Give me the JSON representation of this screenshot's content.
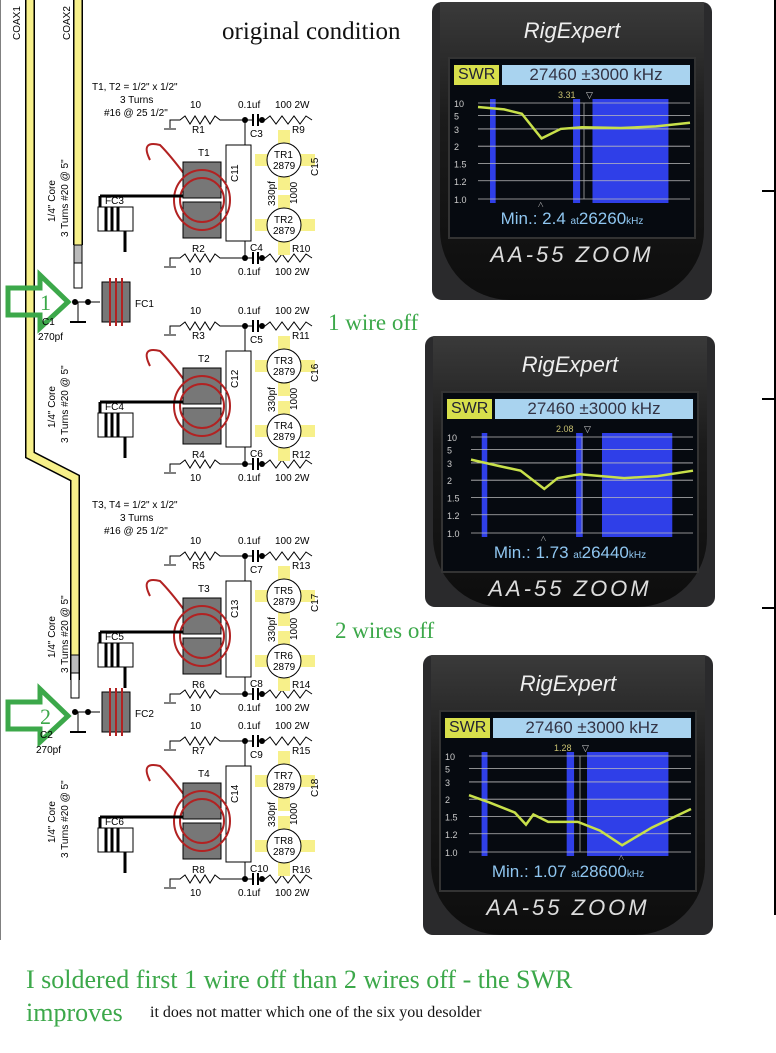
{
  "title": "original condition",
  "annotations": {
    "one_wire": "1 wire off",
    "two_wires": "2 wires off",
    "arrow1": "1",
    "arrow2": "2"
  },
  "footer": {
    "line1": "I soldered first 1 wire off than 2 wires off - the SWR",
    "line2": "improves",
    "note": "it does not matter which one of the six you desolder"
  },
  "schematic": {
    "coax": [
      "COAX1",
      "COAX2"
    ],
    "notes": [
      [
        "T1, T2 = 1/2\" x 1/2\"",
        "3 Turns",
        "#16 @ 25 1/2\""
      ],
      [
        "T3, T4 = 1/2\" x 1/2\"",
        "3 Turns",
        "#16 @ 25 1/2\""
      ]
    ],
    "core_note": [
      "1/4\" Core",
      "3 Turns #20 @ 5\""
    ],
    "fc_top": [
      "FC3",
      "FC4",
      "FC5",
      "FC6"
    ],
    "fc_mid": [
      "FC1",
      "FC2"
    ],
    "c_in": [
      [
        "C1",
        "270pf"
      ],
      [
        "C2",
        "270pf"
      ]
    ],
    "stages": [
      {
        "r_top": "R1",
        "r_bot": "R2",
        "c_top": "C3",
        "c_bot": "C4",
        "c_box": "C11",
        "r_out_top": "R9",
        "r_out_bot": "R10",
        "c_out": "C15",
        "t": "T1",
        "tr_a": "TR1",
        "tr_b": "TR2"
      },
      {
        "r_top": "R3",
        "r_bot": "R4",
        "c_top": "C5",
        "c_bot": "C6",
        "c_box": "C12",
        "r_out_top": "R11",
        "r_out_bot": "R12",
        "c_out": "C16",
        "t": "T2",
        "tr_a": "TR3",
        "tr_b": "TR4"
      },
      {
        "r_top": "R5",
        "r_bot": "R6",
        "c_top": "C7",
        "c_bot": "C8",
        "c_box": "C13",
        "r_out_top": "R13",
        "r_out_bot": "R14",
        "c_out": "C17",
        "t": "T3",
        "tr_a": "TR5",
        "tr_b": "TR6"
      },
      {
        "r_top": "R7",
        "r_bot": "R8",
        "c_top": "C9",
        "c_bot": "C10",
        "c_box": "C14",
        "r_out_top": "R15",
        "r_out_bot": "R16",
        "c_out": "C18",
        "t": "T4",
        "tr_a": "TR7",
        "tr_b": "TR8"
      }
    ],
    "values": {
      "r10": "10",
      "cap": "0.1uf",
      "r100": "100 2W",
      "tr": "2879",
      "c330": "330pf",
      "r1000": "1000"
    }
  },
  "analyzers": [
    {
      "logo": "RigExpert",
      "mode": "SWR",
      "freq": "27460 ±3000 kHz",
      "marker": "3.31",
      "min_label": "Min.:",
      "min_value": "2.4",
      "at": "at",
      "min_freq": "26260",
      "unit": "kHz",
      "model": "AA-55 ZOOM",
      "bands": [
        [
          24800,
          24960
        ],
        [
          27150,
          27350
        ],
        [
          27700,
          29850
        ]
      ],
      "curve": [
        [
          24460,
          8
        ],
        [
          25200,
          7
        ],
        [
          25700,
          5.5
        ],
        [
          26260,
          2.4
        ],
        [
          26800,
          3
        ],
        [
          27400,
          3.2
        ],
        [
          28500,
          3.1
        ],
        [
          29500,
          3.3
        ],
        [
          30460,
          3.8
        ]
      ]
    },
    {
      "logo": "RigExpert",
      "mode": "SWR",
      "freq": "27460 ±3000 kHz",
      "marker": "2.08",
      "min_label": "Min.:",
      "min_value": "1.73",
      "at": "at",
      "min_freq": "26440",
      "unit": "kHz",
      "model": "AA-55 ZOOM",
      "bands": [
        [
          24750,
          24900
        ],
        [
          27300,
          27480
        ],
        [
          28000,
          29900
        ]
      ],
      "curve": [
        [
          24460,
          3.4
        ],
        [
          25200,
          2.8
        ],
        [
          25800,
          2.5
        ],
        [
          26440,
          1.73
        ],
        [
          26800,
          2.1
        ],
        [
          27400,
          2.3
        ],
        [
          28600,
          2.1
        ],
        [
          29500,
          2.2
        ],
        [
          30460,
          2.5
        ]
      ]
    },
    {
      "logo": "RigExpert",
      "mode": "SWR",
      "freq": "27460 ±3000 kHz",
      "marker": "1.28",
      "min_label": "Min.:",
      "min_value": "1.07",
      "at": "at",
      "min_freq": "28600",
      "unit": "kHz",
      "model": "AA-55 ZOOM",
      "bands": [
        [
          24800,
          24960
        ],
        [
          27100,
          27300
        ],
        [
          27650,
          29850
        ]
      ],
      "curve": [
        [
          24460,
          2.2
        ],
        [
          25000,
          1.9
        ],
        [
          25700,
          1.6
        ],
        [
          26000,
          1.35
        ],
        [
          26200,
          1.55
        ],
        [
          26600,
          1.4
        ],
        [
          27400,
          1.4
        ],
        [
          28000,
          1.25
        ],
        [
          28600,
          1.07
        ],
        [
          29400,
          1.3
        ],
        [
          30460,
          1.7
        ]
      ]
    }
  ],
  "ticks": [
    "10",
    "5",
    "3",
    "2",
    "1.5",
    "1.2",
    "1.0"
  ],
  "colors": {
    "coax": "#f7f08a",
    "trace": "#c8e04a",
    "band": "#2f3fe8",
    "wire": "#b22222",
    "arrow": "#3ca84a"
  }
}
